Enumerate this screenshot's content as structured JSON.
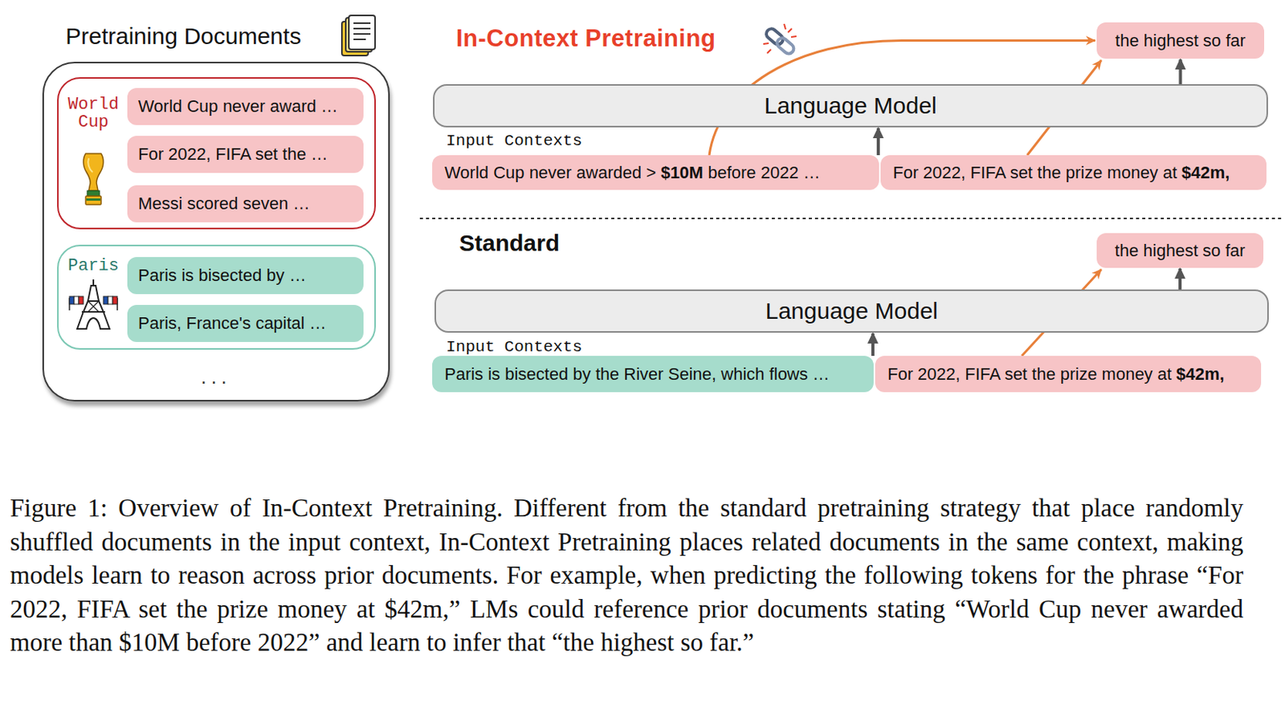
{
  "diagram": {
    "caption": "Figure 1: Overview of In-Context Pretraining. Different from the standard pretraining strategy that place randomly shuffled documents in the input context, In-Context Pretraining places related documents in the same context, making models learn to reason across prior documents. For example, when predicting the following tokens for the phrase “For 2022, FIFA set the prize money at $42m,” LMs could reference prior documents stating “World Cup never awarded more than $10M before 2022” and learn to infer that “the highest so far.”",
    "nodes": [
      {
        "text": [
          "Pretraining Documents",
          "..."
        ]
      },
      {
        "text": [
          "World Cup"
        ],
        "in": 0
      },
      {
        "text": [
          "World Cup never award …"
        ],
        "in": 1
      },
      {
        "text": [
          "For 2022, FIFA set the …"
        ],
        "in": 1
      },
      {
        "text": [
          "Messi scored seven …"
        ],
        "in": 1
      },
      {
        "text": [
          "Paris"
        ],
        "in": 0
      },
      {
        "text": [
          "Paris is bisected by …"
        ],
        "in": 5
      },
      {
        "text": [
          "Paris, France's capital …"
        ],
        "in": 5
      },
      {
        "text": [
          "the highest so far"
        ]
      },
      {
        "text": [
          "Language Model"
        ]
      },
      {
        "text": [
          "World Cup never awarded >",
          "$10M",
          "before 2022 …"
        ]
      },
      {
        "text": [
          "For 2022, FIFA set the prize money at",
          "$42m,"
        ]
      },
      {
        "text": [
          "the highest so far"
        ]
      },
      {
        "text": [
          "Language Model"
        ]
      },
      {
        "text": [
          "Paris is bisected by the River Seine, which flows …"
        ]
      },
      {
        "text": [
          "For 2022, FIFA set the prize money at",
          "$42m,"
        ]
      }
    ],
    "edges": [
      {
        "from": 10,
        "to": 8,
        "arrow": "to"
      },
      {
        "from": 11,
        "to": 8,
        "arrow": "to"
      },
      {
        "from": 9,
        "to": 8,
        "arrow": "to"
      },
      {
        "from": 11,
        "to": 9,
        "arrow": "to"
      },
      {
        "from": 15,
        "to": 12,
        "arrow": "to"
      },
      {
        "from": 13,
        "to": 12,
        "arrow": "to"
      },
      {
        "from": 15,
        "to": 13,
        "arrow": "to"
      }
    ],
    "labels": [
      "In-Context Pretraining",
      "Input Contexts",
      "Standard",
      "Input Contexts"
    ]
  }
}
